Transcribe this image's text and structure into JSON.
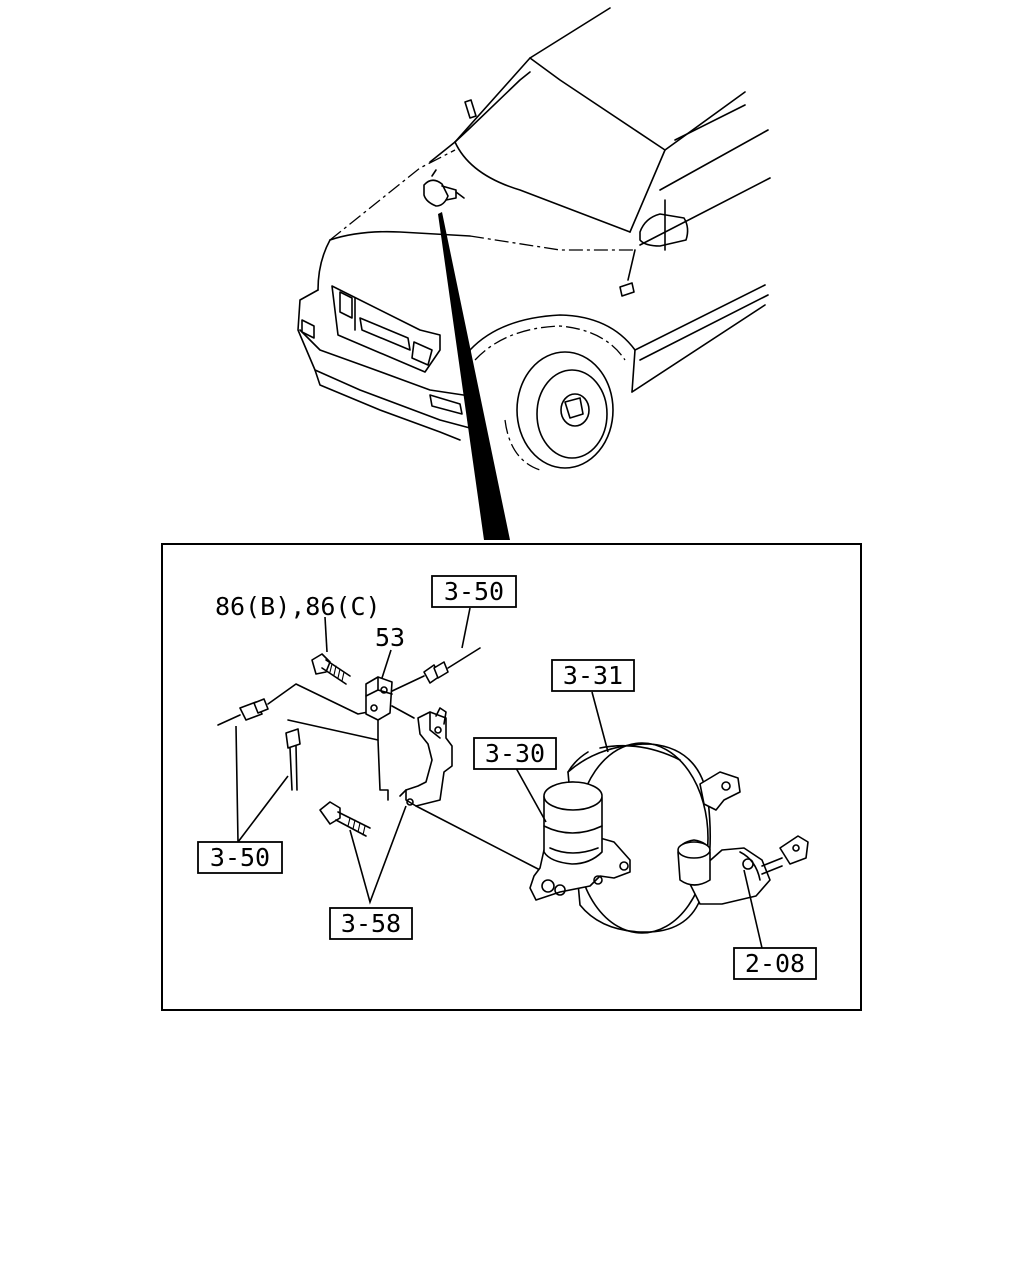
{
  "callouts": {
    "c_3_50_top": "3-50",
    "c_3_31": "3-31",
    "c_3_30": "3-30",
    "c_3_50_left": "3-50",
    "c_3_58": "3-58",
    "c_2_08": "2-08"
  },
  "labels": {
    "bolt": "86(B),86(C)",
    "bracket": "53"
  }
}
